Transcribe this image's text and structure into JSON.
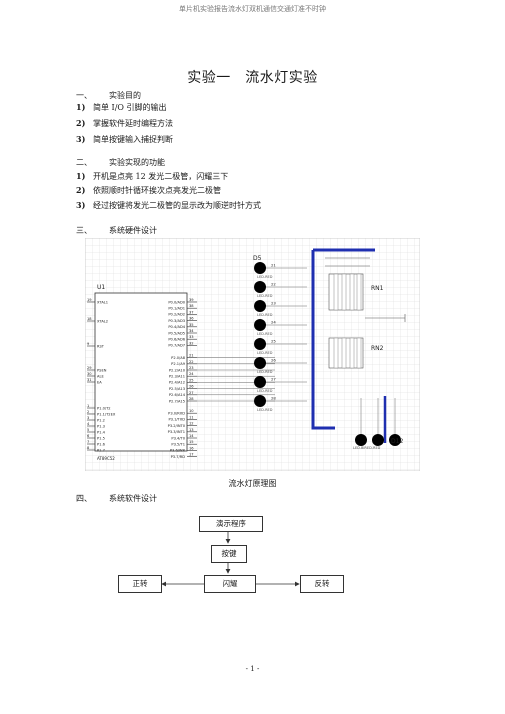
{
  "header": "单片机实验报告流水灯双机通信交通灯准不时钟",
  "title": "实验一　流水灯实验",
  "sections": {
    "s1": {
      "num": "一、",
      "title": "实验目的",
      "items": [
        {
          "num": "1)",
          "text": "简单 I/O 引脚的输出"
        },
        {
          "num": "2)",
          "text": "掌握软件延时编程方法"
        },
        {
          "num": "3)",
          "text": "简单按键输入捕捉判断"
        }
      ]
    },
    "s2": {
      "num": "二、",
      "title": "实验实现的功能",
      "items": [
        {
          "num": "1)",
          "text": "开机是点亮 12 发光二极管，闪耀三下"
        },
        {
          "num": "2)",
          "text": "依照顺时针循环挨次点亮发光二极管"
        },
        {
          "num": "3)",
          "text": "经过按键将发光二极管的显示改为顺逆时针方式"
        }
      ]
    },
    "s3": {
      "num": "三、",
      "title": "系统硬件设计"
    },
    "s4": {
      "num": "四、",
      "title": "系统软件设计"
    }
  },
  "schematic": {
    "chip_ref": "U1",
    "chip_part": "AT89C52",
    "left_pins": [
      {
        "no": "19",
        "name": "XTAL1"
      },
      {
        "no": "18",
        "name": "XTAL2"
      },
      {
        "no": "9",
        "name": "RST"
      },
      {
        "no": "29",
        "name": "PSEN"
      },
      {
        "no": "30",
        "name": "ALE"
      },
      {
        "no": "31",
        "name": "EA"
      },
      {
        "no": "1",
        "name": "P1.0/T2"
      },
      {
        "no": "2",
        "name": "P1.1/T2EX"
      },
      {
        "no": "3",
        "name": "P1.2"
      },
      {
        "no": "4",
        "name": "P1.3"
      },
      {
        "no": "5",
        "name": "P1.4"
      },
      {
        "no": "6",
        "name": "P1.5"
      },
      {
        "no": "7",
        "name": "P1.6"
      },
      {
        "no": "8",
        "name": "P1.7"
      }
    ],
    "right_pins": [
      {
        "no": "39",
        "name": "P0.0/AD0"
      },
      {
        "no": "38",
        "name": "P0.1/AD1"
      },
      {
        "no": "37",
        "name": "P0.2/AD2"
      },
      {
        "no": "36",
        "name": "P0.3/AD3"
      },
      {
        "no": "35",
        "name": "P0.4/AD4"
      },
      {
        "no": "34",
        "name": "P0.5/AD5"
      },
      {
        "no": "33",
        "name": "P0.6/AD6"
      },
      {
        "no": "32",
        "name": "P0.7/AD7"
      },
      {
        "no": "21",
        "name": "P2.0/A8"
      },
      {
        "no": "22",
        "name": "P2.1/A9"
      },
      {
        "no": "23",
        "name": "P2.2/A10"
      },
      {
        "no": "24",
        "name": "P2.3/A11"
      },
      {
        "no": "25",
        "name": "P2.4/A12"
      },
      {
        "no": "26",
        "name": "P2.5/A13"
      },
      {
        "no": "27",
        "name": "P2.6/A14"
      },
      {
        "no": "28",
        "name": "P2.7/A15"
      },
      {
        "no": "10",
        "name": "P3.0/RXD"
      },
      {
        "no": "11",
        "name": "P3.1/TXD"
      },
      {
        "no": "12",
        "name": "P3.2/INT0"
      },
      {
        "no": "13",
        "name": "P3.3/INT1"
      },
      {
        "no": "14",
        "name": "P3.4/T0"
      },
      {
        "no": "15",
        "name": "P3.5/T1"
      },
      {
        "no": "16",
        "name": "P3.6/WR"
      },
      {
        "no": "17",
        "name": "P3.7/RD"
      }
    ],
    "led_top": "D5",
    "led_label": "LED-RED",
    "led_pins": [
      "21",
      "22",
      "23",
      "24",
      "25",
      "26",
      "27",
      "28"
    ],
    "rn1": "RN1",
    "rn2": "RN2",
    "led_bottom": "D12",
    "led_bottom_label": "LED-BIRED-RED",
    "caption": "流水灯原理图"
  },
  "flowchart": {
    "demo": "演示程序",
    "key": "按键",
    "forward": "正转",
    "flash": "闪耀",
    "reverse": "反转"
  },
  "footer": "- 1 -"
}
